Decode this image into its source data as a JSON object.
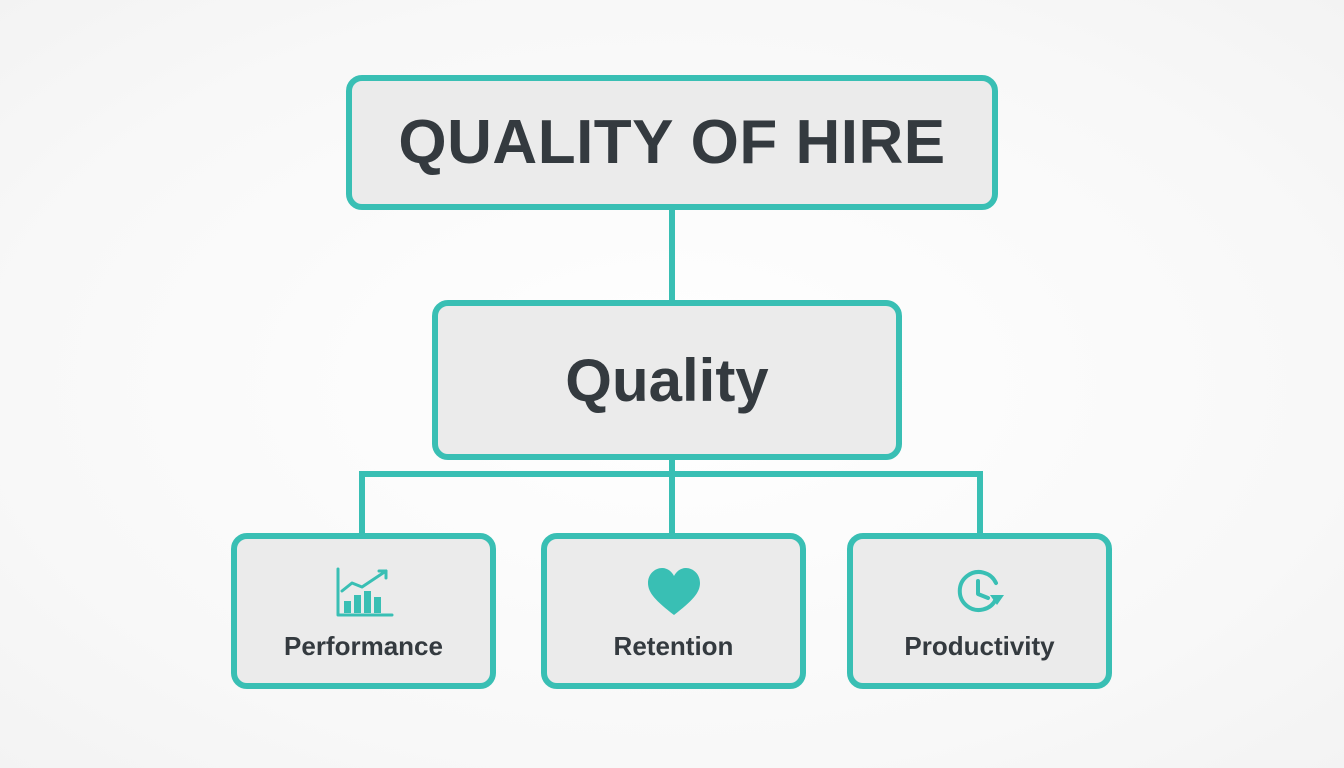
{
  "diagram": {
    "root": {
      "label": "QUALITY OF HIRE"
    },
    "middle": {
      "label": "Quality"
    },
    "children": [
      {
        "label": "Performance",
        "icon": "bar-chart-trend-icon"
      },
      {
        "label": "Retention",
        "icon": "heart-icon"
      },
      {
        "label": "Productivity",
        "icon": "clock-refresh-icon"
      }
    ]
  },
  "colors": {
    "accent": "#39bfb4",
    "box_fill": "#ebebeb",
    "text": "#343a3f",
    "background": "#fbfbfb"
  }
}
